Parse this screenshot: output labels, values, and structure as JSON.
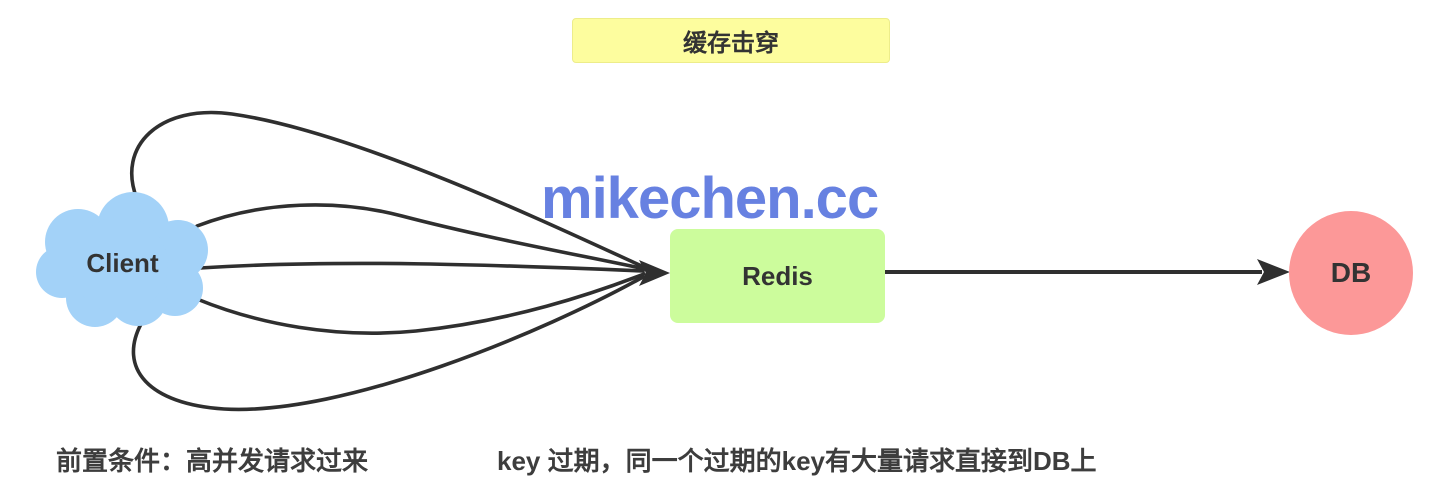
{
  "title": {
    "label": "缓存击穿"
  },
  "watermark": {
    "text": "mikechen.cc"
  },
  "nodes": {
    "client": {
      "label": "Client",
      "shape": "cloud"
    },
    "redis": {
      "label": "Redis",
      "shape": "rounded-rect"
    },
    "db": {
      "label": "DB",
      "shape": "circle"
    }
  },
  "edges": [
    {
      "from": "client",
      "to": "redis",
      "style": "five-curved-request-lines-converging-into-one-arrow"
    },
    {
      "from": "redis",
      "to": "db",
      "style": "straight-arrow"
    }
  ],
  "captions": {
    "left": "前置条件：高并发请求过来",
    "right": "key 过期，同一个过期的key有大量请求直接到DB上"
  },
  "colors": {
    "title_bg": "#FDFD9E",
    "title_border": "#EDED8A",
    "client_fill": "#A3D2F8",
    "redis_fill": "#CCFC9C",
    "db_fill": "#FC9898",
    "line": "#2F2F2F",
    "text": "#333333",
    "watermark": "#6781E1"
  }
}
